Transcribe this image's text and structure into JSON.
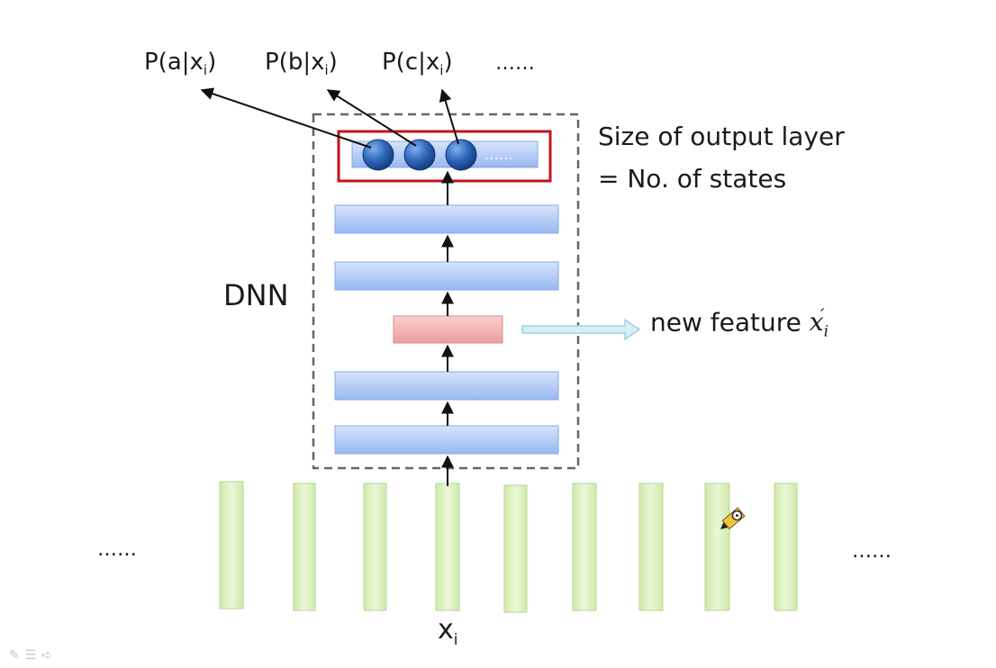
{
  "diagram": {
    "output_labels": [
      {
        "prefix": "P(a|x",
        "sub": "i",
        "suffix": ")"
      },
      {
        "prefix": "P(b|x",
        "sub": "i",
        "suffix": ")"
      },
      {
        "prefix": "P(c|x",
        "sub": "i",
        "suffix": ")"
      }
    ],
    "output_more": "……",
    "output_layer_note_1": "Size of output layer",
    "output_layer_note_2": "= No. of states",
    "dnn_label": "DNN",
    "new_feature_label": "new feature",
    "new_feature_symbol": "x",
    "new_feature_sub": "i",
    "new_feature_prime": "′",
    "input_label": "x",
    "input_sub": "i",
    "left_ellipsis": "……",
    "right_ellipsis": "……",
    "output_node_dots": "……",
    "colors": {
      "hidden_layer": "#a9c4f5",
      "bottleneck_layer": "#f3a7a7",
      "input_frame": "#d8f0b8",
      "highlight_box": "#c0161c",
      "node": "#2c64b8",
      "arrow_to_feature": "#bfe6f2"
    }
  },
  "slide_controls": [
    "pen-icon",
    "menu-icon",
    "next-icon"
  ]
}
